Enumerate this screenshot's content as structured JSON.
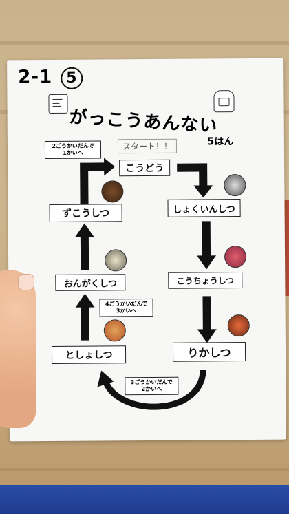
{
  "sheet": {
    "class_label": "2-1",
    "group_number": "5",
    "title": "がっこうあんない",
    "group_label": {
      "number": "5",
      "suffix": "はん"
    },
    "start_label": "スタート！！"
  },
  "rooms": {
    "kodo": "こうどう",
    "zukoshitsu": "ずこうしつ",
    "shokuinshitsu": "しょくいんしつ",
    "ongakushitsu": "おんがくしつ",
    "kochoshitsu": "こうちょうしつ",
    "toshoshitsu": "としょしつ",
    "rikashitsu": "りかしつ"
  },
  "notes": {
    "floor2_to_1": [
      "2ごうかいだんで",
      "1かいへ"
    ],
    "floor4_to_3": [
      "4ごうかいだんで",
      "3かいへ"
    ],
    "floor3_to_2": [
      "3ごうかいだんで",
      "2かいへ"
    ]
  },
  "colors": {
    "paper": "#f7f7f5",
    "ink": "#111111",
    "floor_blue": "#2b4da6",
    "wood": "#c9b38d"
  },
  "icons": [
    "document-icon",
    "backpack-icon",
    "owl-sticker-icon",
    "bus-sticker-icon",
    "coin-sticker-icon",
    "mosaic-sticker-icon",
    "tray-sticker-icon",
    "figure-sticker-icon",
    "dish-sticker-icon"
  ]
}
